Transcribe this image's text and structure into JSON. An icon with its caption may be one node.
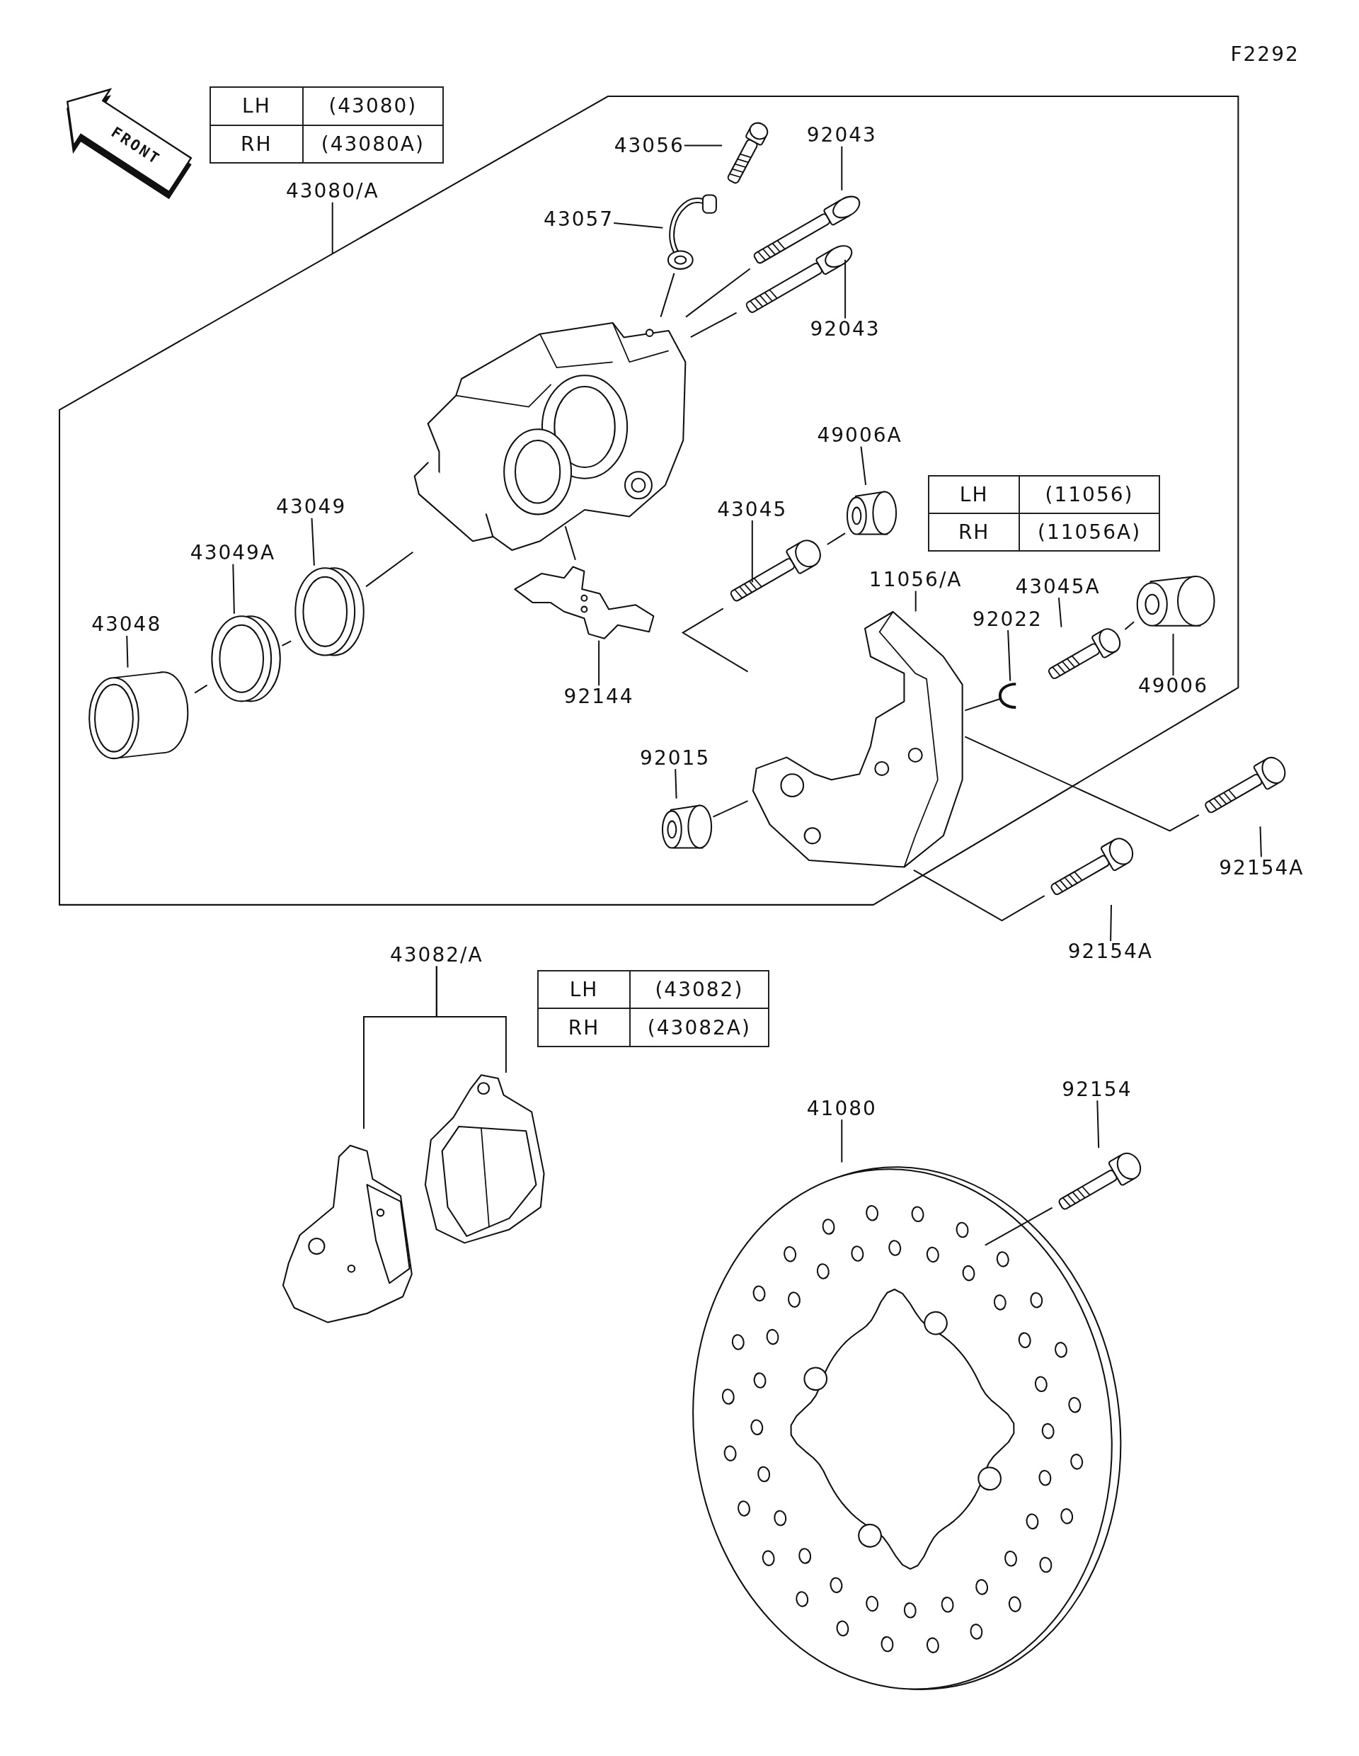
{
  "diagram": {
    "nodes": [
      {
        "text": [],
        "shape": "box"
      },
      {
        "text": [
          "43080/A"
        ]
      },
      {
        "text": [
          "43056"
        ],
        "in": 0
      },
      {
        "text": [],
        "shape": "picture",
        "in": 0
      },
      {
        "text": [
          "92043"
        ],
        "in": 0
      },
      {
        "text": [],
        "shape": "picture",
        "in": 0
      },
      {
        "text": [
          "43057"
        ],
        "in": 0
      },
      {
        "text": [],
        "shape": "picture",
        "in": 0
      },
      {
        "text": [],
        "shape": "picture",
        "in": 0
      },
      {
        "text": [
          "92043"
        ],
        "in": 0
      },
      {
        "text": [],
        "shape": "picture",
        "in": 0
      },
      {
        "text": [
          "49006A"
        ],
        "in": 0
      },
      {
        "text": [],
        "shape": "cylinder",
        "in": 0
      },
      {
        "text": [
          "43049"
        ],
        "in": 0
      },
      {
        "text": [
          "43045"
        ],
        "in": 0
      },
      {
        "text": [],
        "shape": "picture",
        "in": 0
      },
      {
        "text": [
          "11056/A"
        ],
        "in": 0
      },
      {
        "text": [
          "43045A"
        ],
        "in": 0
      },
      {
        "text": [],
        "shape": "picture",
        "in": 0
      },
      {
        "text": [
          "43049A"
        ],
        "in": 0
      },
      {
        "text": [],
        "shape": "picture",
        "in": 0
      },
      {
        "text": [
          "43048"
        ],
        "in": 0
      },
      {
        "text": [],
        "shape": "picture",
        "in": 0
      },
      {
        "text": [],
        "shape": "picture",
        "in": 0
      },
      {
        "text": [
          "92144"
        ],
        "in": 0
      },
      {
        "text": [
          "92022"
        ],
        "in": 0
      },
      {
        "text": [],
        "shape": "picture",
        "in": 0
      },
      {
        "text": [],
        "shape": "picture",
        "in": 0
      },
      {
        "text": [],
        "shape": "cylinder",
        "in": 0
      },
      {
        "text": [
          "49006"
        ],
        "in": 0
      },
      {
        "text": [],
        "shape": "picture",
        "in": 0
      },
      {
        "text": [
          "92015"
        ],
        "in": 0
      },
      {
        "text": [],
        "shape": "cylinder",
        "in": 0
      },
      {
        "text": [],
        "shape": "picture"
      },
      {
        "text": [
          "92154A"
        ]
      },
      {
        "text": [],
        "shape": "picture"
      },
      {
        "text": [
          "92154A"
        ]
      },
      {
        "text": [
          "43082/A"
        ]
      },
      {
        "text": [],
        "shape": "picture"
      },
      {
        "text": [],
        "shape": "picture"
      },
      {
        "text": [
          "41080"
        ]
      },
      {
        "text": [
          "92154"
        ]
      },
      {
        "text": [],
        "shape": "picture"
      },
      {
        "text": [],
        "shape": "picture"
      }
    ],
    "edges": [
      {
        "from": 1,
        "to": 0,
        "arrow": "none"
      },
      {
        "from": 2,
        "to": 3,
        "arrow": "none"
      },
      {
        "from": 4,
        "to": 5,
        "arrow": "none"
      },
      {
        "from": 6,
        "to": 7,
        "arrow": "none"
      },
      {
        "from": 9,
        "to": 8,
        "arrow": "none"
      },
      {
        "from": 11,
        "to": 12,
        "arrow": "none"
      },
      {
        "from": 13,
        "to": 18,
        "arrow": "none"
      },
      {
        "from": 14,
        "to": 15,
        "arrow": "none"
      },
      {
        "from": 16,
        "to": 30,
        "arrow": "none"
      },
      {
        "from": 17,
        "to": 27,
        "arrow": "none"
      },
      {
        "from": 19,
        "to": 20,
        "arrow": "none"
      },
      {
        "from": 21,
        "to": 22,
        "arrow": "none"
      },
      {
        "from": 24,
        "to": 23,
        "arrow": "none"
      },
      {
        "from": 25,
        "to": 26,
        "arrow": "none"
      },
      {
        "from": 29,
        "to": 28,
        "arrow": "none"
      },
      {
        "from": 31,
        "to": 32,
        "arrow": "none"
      },
      {
        "from": 34,
        "to": 33,
        "arrow": "none"
      },
      {
        "from": 36,
        "to": 35,
        "arrow": "none"
      },
      {
        "from": 37,
        "to": 38,
        "arrow": "none"
      },
      {
        "from": 37,
        "to": 39,
        "arrow": "none"
      },
      {
        "from": 40,
        "to": 43,
        "arrow": "none"
      },
      {
        "from": 41,
        "to": 42,
        "arrow": "none"
      },
      {
        "from": 22,
        "to": 20,
        "arrow": "none"
      },
      {
        "from": 20,
        "to": 18,
        "arrow": "none"
      },
      {
        "from": 18,
        "to": 10,
        "arrow": "none"
      },
      {
        "from": 5,
        "to": 10,
        "arrow": "none"
      },
      {
        "from": 8,
        "to": 10,
        "arrow": "none"
      },
      {
        "from": 7,
        "to": 10,
        "arrow": "none"
      },
      {
        "from": 23,
        "to": 10,
        "arrow": "none"
      },
      {
        "from": 15,
        "to": 30,
        "arrow": "none"
      },
      {
        "from": 12,
        "to": 15,
        "arrow": "none"
      },
      {
        "from": 26,
        "to": 30,
        "arrow": "none"
      },
      {
        "from": 28,
        "to": 27,
        "arrow": "none"
      },
      {
        "from": 32,
        "to": 30,
        "arrow": "none"
      },
      {
        "from": 33,
        "to": 30,
        "arrow": "none"
      },
      {
        "from": 35,
        "to": 30,
        "arrow": "none"
      },
      {
        "from": 42,
        "to": 43,
        "arrow": "none"
      }
    ],
    "labels": [
      "F2292",
      "FRONT",
      "LH",
      "(43080)",
      "RH",
      "(43080A)",
      "LH",
      "(11056)",
      "RH",
      "(11056A)",
      "LH",
      "(43082)",
      "RH",
      "(43082A)"
    ]
  }
}
